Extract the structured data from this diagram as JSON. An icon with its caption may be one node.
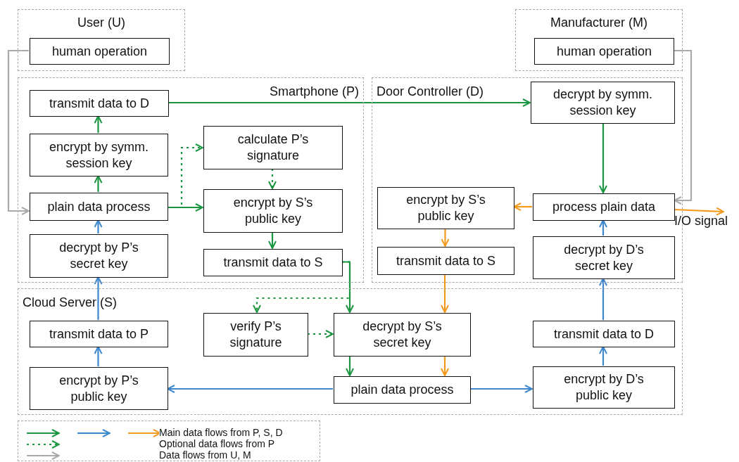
{
  "diagram": {
    "nodes": [
      {
        "text": [
          "User (U)"
        ]
      },
      {
        "text": [
          "human operation"
        ],
        "in": 0
      },
      {
        "text": [
          "Manufacturer (M)"
        ]
      },
      {
        "text": [
          "human operation"
        ],
        "in": 2
      },
      {
        "text": [
          "Smartphone (P)"
        ]
      },
      {
        "text": [
          "transmit data to D"
        ],
        "in": 4
      },
      {
        "text": [
          "encrypt by symm. session key"
        ],
        "in": 4
      },
      {
        "text": [
          "plain data process"
        ],
        "in": 4
      },
      {
        "text": [
          "decrypt by P’s secret key"
        ],
        "in": 4
      },
      {
        "text": [
          "calculate P’s signature"
        ],
        "in": 4
      },
      {
        "text": [
          "encrypt by S’s public key"
        ],
        "in": 4
      },
      {
        "text": [
          "transmit data to S"
        ],
        "in": 4
      },
      {
        "text": [
          "Door Controller (D)"
        ]
      },
      {
        "text": [
          "decrypt by symm. session key"
        ],
        "in": 12
      },
      {
        "text": [
          "encrypt by S’s public key"
        ],
        "in": 12
      },
      {
        "text": [
          "process plain data"
        ],
        "in": 12
      },
      {
        "text": [
          "transmit data to S"
        ],
        "in": 12
      },
      {
        "text": [
          "decrypt by D’s secret key"
        ],
        "in": 12
      },
      {
        "text": [
          "Cloud Server (S)"
        ]
      },
      {
        "text": [
          "transmit data to P"
        ],
        "in": 18
      },
      {
        "text": [
          "verify P’s signature"
        ],
        "in": 18
      },
      {
        "text": [
          "decrypt by S’s secret key"
        ],
        "in": 18
      },
      {
        "text": [
          "transmit data to D"
        ],
        "in": 18
      },
      {
        "text": [
          "encrypt by P’s public key"
        ],
        "in": 18
      },
      {
        "text": [
          "plain data process"
        ],
        "in": 18
      },
      {
        "text": [
          "encrypt by D’s public key"
        ],
        "in": 18
      },
      {
        "text": [
          "I/O signal"
        ]
      }
    ],
    "edges": [
      {
        "from": 1,
        "to": 7,
        "arrow": "to",
        "color": "#aaaaaa"
      },
      {
        "from": 3,
        "to": 15,
        "arrow": "to",
        "color": "#aaaaaa"
      },
      {
        "from": 5,
        "to": 13,
        "arrow": "to"
      },
      {
        "from": 6,
        "to": 5,
        "arrow": "to"
      },
      {
        "from": 7,
        "to": 6,
        "arrow": "to"
      },
      {
        "from": 7,
        "to": 10,
        "arrow": "to"
      },
      {
        "from": 7,
        "to": 9,
        "arrow": "to",
        "style": "dashed"
      },
      {
        "from": 9,
        "to": 10,
        "arrow": "to",
        "style": "dashed"
      },
      {
        "from": 10,
        "to": 11,
        "arrow": "to"
      },
      {
        "from": 11,
        "to": 21,
        "arrow": "to"
      },
      {
        "from": 11,
        "to": 20,
        "arrow": "to",
        "style": "dashed"
      },
      {
        "from": 20,
        "to": 21,
        "arrow": "to",
        "style": "dashed"
      },
      {
        "from": 21,
        "to": 24,
        "arrow": "to"
      },
      {
        "from": 21,
        "to": 24,
        "arrow": "to",
        "color": "#f39a1e"
      },
      {
        "from": 13,
        "to": 15,
        "arrow": "to"
      },
      {
        "from": 15,
        "to": 14,
        "arrow": "to",
        "color": "#f39a1e"
      },
      {
        "from": 15,
        "to": 26,
        "arrow": "to",
        "color": "#f39a1e"
      },
      {
        "from": 14,
        "to": 16,
        "arrow": "to",
        "color": "#f39a1e"
      },
      {
        "from": 16,
        "to": 21,
        "arrow": "to",
        "color": "#f39a1e"
      },
      {
        "from": 24,
        "to": 23,
        "arrow": "to",
        "color": "#3d87cf"
      },
      {
        "from": 24,
        "to": 25,
        "arrow": "to",
        "color": "#3d87cf"
      },
      {
        "from": 23,
        "to": 19,
        "arrow": "to",
        "color": "#3d87cf"
      },
      {
        "from": 19,
        "to": 8,
        "arrow": "to",
        "color": "#3d87cf"
      },
      {
        "from": 8,
        "to": 7,
        "arrow": "to",
        "color": "#3d87cf"
      },
      {
        "from": 25,
        "to": 22,
        "arrow": "to",
        "color": "#3d87cf"
      },
      {
        "from": 22,
        "to": 17,
        "arrow": "to",
        "color": "#3d87cf"
      },
      {
        "from": 17,
        "to": 15,
        "arrow": "to",
        "color": "#3d87cf"
      }
    ],
    "legend": [
      {
        "text": "Main data flows from P, S, D"
      },
      {
        "text": "Optional data flows from P"
      },
      {
        "text": "Data flows from U, M"
      }
    ]
  }
}
